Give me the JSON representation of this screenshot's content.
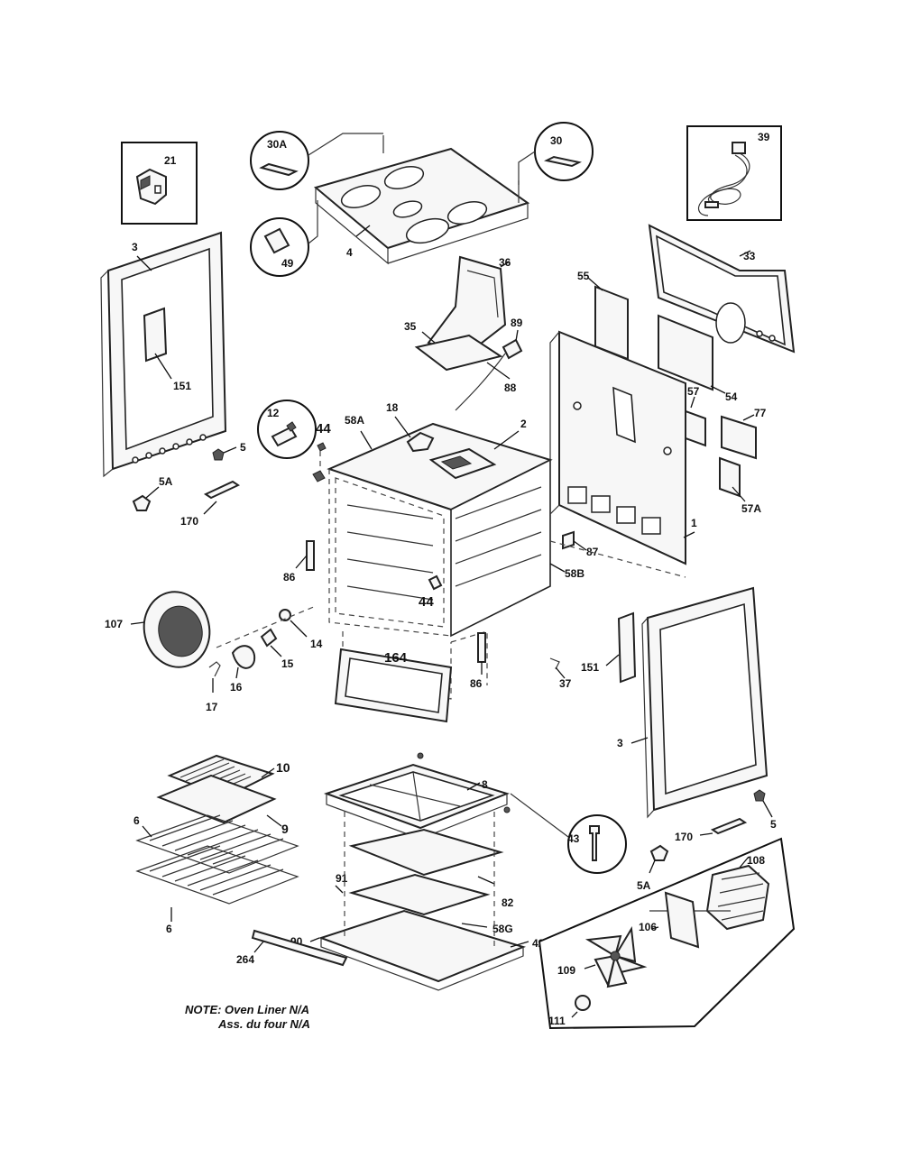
{
  "labels": {
    "p1": "1",
    "p2": "2",
    "p3a": "3",
    "p3b": "3",
    "p4": "4",
    "p5a": "5",
    "p5b": "5",
    "p5Aa": "5A",
    "p5Ab": "5A",
    "p6a": "6",
    "p6b": "6",
    "p8": "8",
    "p9": "9",
    "p10": "10",
    "p12": "12",
    "p14": "14",
    "p15": "15",
    "p16": "16",
    "p17": "17",
    "p18": "18",
    "p21": "21",
    "p30": "30",
    "p30A": "30A",
    "p33": "33",
    "p35": "35",
    "p36": "36",
    "p37": "37",
    "p39": "39",
    "p42": "42",
    "p43": "43",
    "p44a": "44",
    "p44b": "44",
    "p49": "49",
    "p54": "54",
    "p55": "55",
    "p57": "57",
    "p57A": "57A",
    "p58A": "58A",
    "p58B": "58B",
    "p58G": "58G",
    "p77": "77",
    "p82": "82",
    "p86a": "86",
    "p86b": "86",
    "p87": "87",
    "p88": "88",
    "p89": "89",
    "p90": "90",
    "p91": "91",
    "p106": "106",
    "p107": "107",
    "p108": "108",
    "p109": "109",
    "p111": "111",
    "p151a": "151",
    "p151b": "151",
    "p164": "164",
    "p170a": "170",
    "p170b": "170",
    "p264": "264"
  },
  "note": {
    "line1": "NOTE: Oven Liner N/A",
    "line2": "Ass. du four N/A"
  }
}
